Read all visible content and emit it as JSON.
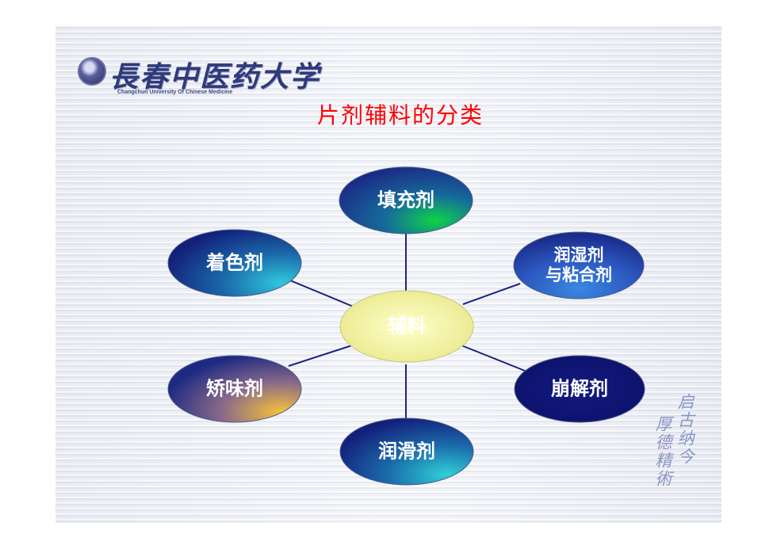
{
  "header": {
    "logo_cn": "長春中医药大学",
    "logo_en": "Changchun University Of Chinese Medicine"
  },
  "title": "片剂辅料的分类",
  "diagram": {
    "center": "辅料",
    "nodes": {
      "top": "填充剂",
      "upper_left": "着色剂",
      "upper_right_1": "润湿剂",
      "upper_right_2": "与粘合剂",
      "lower_left": "矫味剂",
      "lower_right": "崩解剂",
      "bottom": "润滑剂"
    }
  },
  "motto": {
    "col1": "启古纳今",
    "col2": "厚德精術"
  },
  "colors": {
    "title": "#ff0000",
    "line": "#1a237e",
    "node_dark": "#111a7a",
    "node_light": "#30c0e0",
    "center": "#fafaa0"
  }
}
